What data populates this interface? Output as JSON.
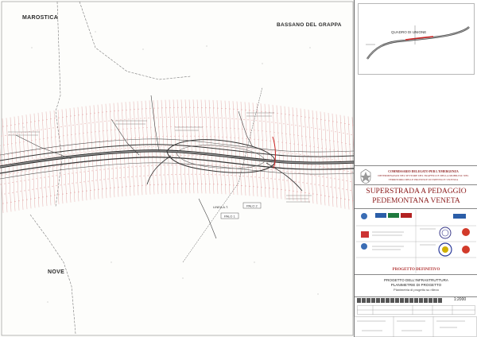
{
  "places": {
    "marostica": "MAROSTICA",
    "bassano": "BASSANO DEL GRAPPA",
    "nove": "NOVE"
  },
  "drawing_labels": {
    "linea_at": "LINEA A.T.",
    "palo_1": "PALO 1",
    "palo_2": "PALO 2",
    "quadro_unione": "QUADRO DI UNIONE"
  },
  "title_block": {
    "commissario_line1": "COMMISSARIO DELEGATO PER L'EMERGENZA",
    "commissario_line2": "DETERMINATASI NEL SETTORE DEL TRAFFICO E DELLA MOBILITA' NEL",
    "commissario_line3": "TERRITORIO DELLE PROVINCE DI TREVISO E VICENZA",
    "project_title_1": "SUPERSTRADA A PEDAGGIO",
    "project_title_2": "PEDEMONTANA VENETA",
    "phase": "PROGETTO DEFINITIVO",
    "subject_1": "PROGETTO DELL'INFRASTRUTTURA",
    "subject_2": "PLANIMETRIE DI PROGETTO",
    "subject_3": "Planimetria di progetto su rilievo",
    "scale": "1:2000"
  },
  "colors": {
    "survey_red": "#d98a8a",
    "road_dark": "#333333",
    "title_red": "#8b1a1a",
    "accent_red": "#cc2222"
  }
}
